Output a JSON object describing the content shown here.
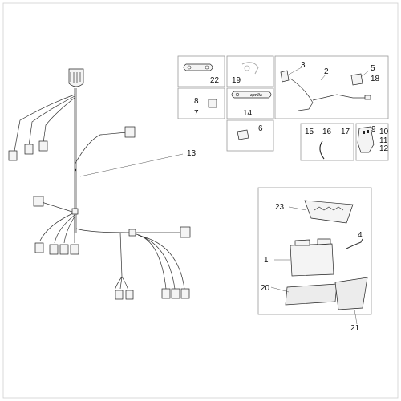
{
  "callouts": {
    "c1": "1",
    "c2": "2",
    "c3": "3",
    "c4": "4",
    "c5": "5",
    "c6": "6",
    "c7": "7",
    "c8": "8",
    "c9": "9",
    "c10": "10",
    "c11": "11",
    "c12": "12",
    "c13": "13",
    "c14": "14",
    "c15": "15",
    "c16": "16",
    "c17": "17",
    "c18": "18",
    "c19": "19",
    "c20": "20",
    "c21": "21",
    "c22": "22",
    "c23": "23"
  },
  "logo_text": "aprilia",
  "colors": {
    "line": "#333333",
    "frame": "#9a9a9a",
    "part_fill": "#f4f4f4"
  }
}
